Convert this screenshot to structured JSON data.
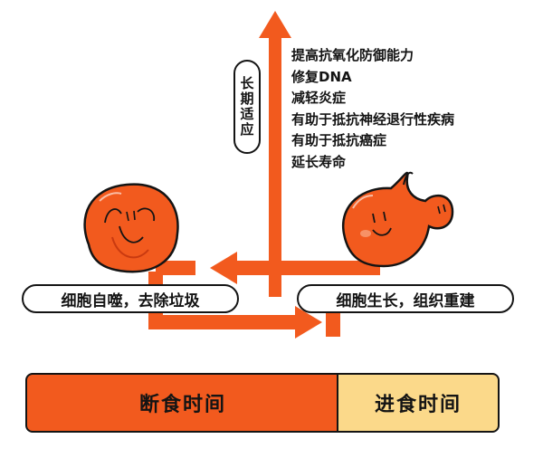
{
  "vertical_label": "长期适应",
  "benefits": [
    "提高抗氧化防御能力",
    "修复DNA",
    "减轻炎症",
    "有助于抵抗神经退行性疾病",
    "有助于抵抗癌症",
    "延长寿命"
  ],
  "left_label": "细胞自噬，去除垃圾",
  "right_label": "细胞生长，组织重建",
  "fasting_bar": {
    "label": "断食时间",
    "color": "#f25a1e"
  },
  "eating_bar": {
    "label": "进食时间",
    "color": "#fbd98a"
  },
  "colors": {
    "arrow": "#f25a1e",
    "cell": "#f25a1e",
    "cell_dark": "#c93a10",
    "outline": "#141414"
  }
}
